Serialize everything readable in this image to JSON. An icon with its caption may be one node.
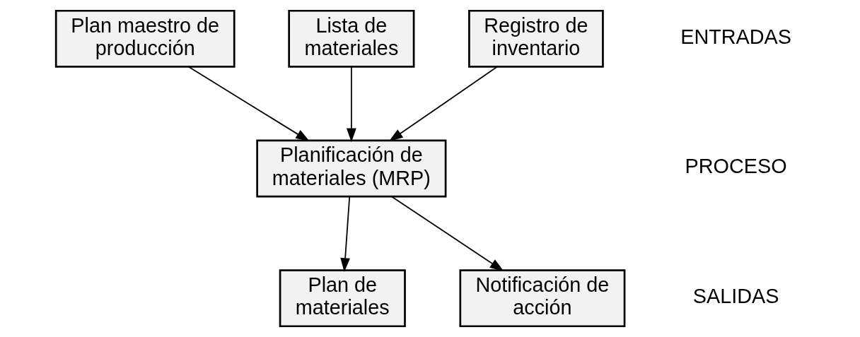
{
  "diagram": {
    "nodes": [
      {
        "text": [
          "Plan maestro de producción"
        ]
      },
      {
        "text": [
          "Lista de materiales"
        ]
      },
      {
        "text": [
          "Registro de inventario"
        ]
      },
      {
        "text": [
          "Planificación de materiales (MRP)"
        ]
      },
      {
        "text": [
          "Plan de materiales"
        ]
      },
      {
        "text": [
          "Notificación de acción"
        ]
      }
    ],
    "edges": [
      {
        "from": 0,
        "to": 3,
        "arrow": "to"
      },
      {
        "from": 1,
        "to": 3,
        "arrow": "to"
      },
      {
        "from": 2,
        "to": 3,
        "arrow": "to"
      },
      {
        "from": 3,
        "to": 4,
        "arrow": "to"
      },
      {
        "from": 3,
        "to": 5,
        "arrow": "to"
      }
    ],
    "labels": [
      "ENTRADAS",
      "PROCESO",
      "SALIDAS"
    ]
  }
}
